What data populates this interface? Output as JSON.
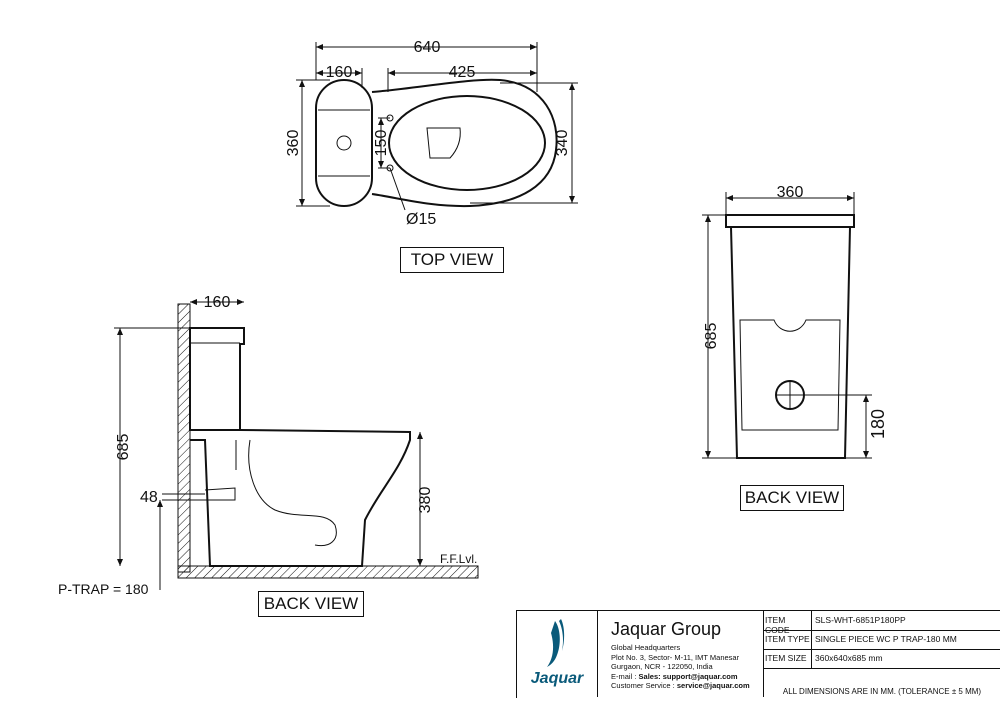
{
  "top_view": {
    "label": "TOP VIEW",
    "dim_overall_length": "640",
    "dim_tank_depth": "160",
    "dim_bowl_length": "425",
    "dim_overall_width": "360",
    "dim_bowl_width": "340",
    "dim_fixing_spacing": "150",
    "dim_fixing_hole": "Ø15"
  },
  "side_view": {
    "label": "BACK VIEW",
    "dim_tank_depth": "160",
    "dim_height": "685",
    "dim_seat_height": "380",
    "dim_outlet": "48",
    "ptrap": "P-TRAP = 180",
    "floor_level": "F.F.Lvl."
  },
  "back_view": {
    "label": "BACK VIEW",
    "dim_width": "360",
    "dim_height": "685",
    "dim_outlet_height": "180"
  },
  "title_block": {
    "brand": "Jaquar",
    "company": "Jaquar Group",
    "address": [
      "Global Headquarters",
      "Plot No. 3, Sector- M-11, IMT Manesar",
      "Gurgaon, NCR - 122050, India"
    ],
    "email_prefix": "E-mail : ",
    "email_label": "Sales: ",
    "email_value": "support@jaquar.com",
    "service_label": "Customer Service : ",
    "service_value": "service@jaquar.com",
    "rows": [
      {
        "key": "ITEM CODE",
        "value": "SLS-WHT-6851P180PP"
      },
      {
        "key": "ITEM TYPE",
        "value": "SINGLE PIECE WC P TRAP-180 MM"
      },
      {
        "key": "ITEM SIZE",
        "value": "360x640x685 mm"
      }
    ],
    "footer": "ALL DIMENSIONS ARE IN MM. (TOLERANCE ± 5 MM)"
  }
}
